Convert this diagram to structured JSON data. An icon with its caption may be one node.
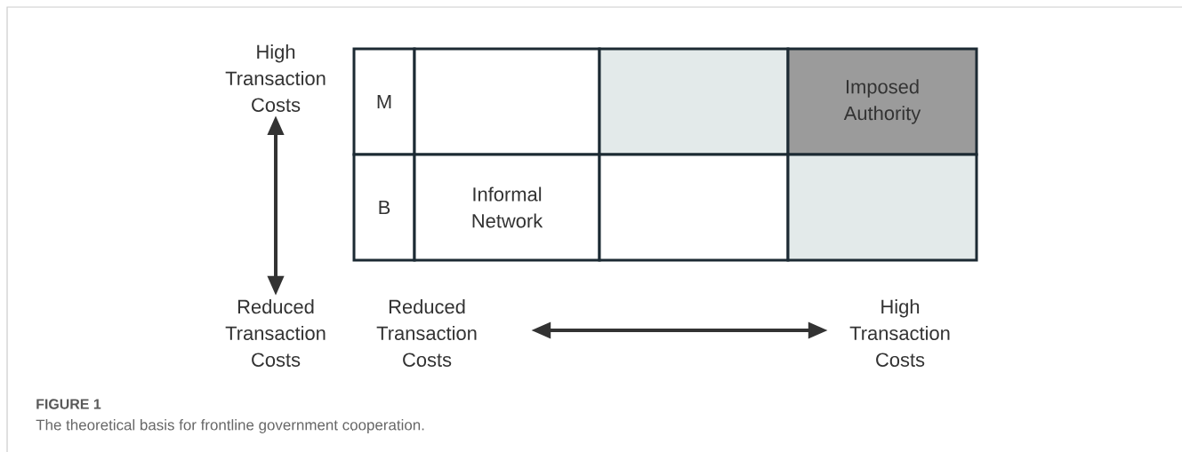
{
  "diagram": {
    "caption": "The theoretical basis for frontline government cooperation.",
    "nodes": [
      {
        "text": [
          "High Transaction Costs"
        ]
      },
      {
        "text": [
          "M"
        ]
      },
      {
        "text": [],
        "shape": "box"
      },
      {
        "text": [],
        "shape": "box"
      },
      {
        "text": [
          "Imposed Authority"
        ]
      },
      {
        "text": [
          "B"
        ]
      },
      {
        "text": [
          "Informal Network"
        ]
      },
      {
        "text": [],
        "shape": "box"
      },
      {
        "text": [],
        "shape": "box"
      },
      {
        "text": [
          "Reduced Transaction Costs"
        ]
      },
      {
        "text": [
          "Reduced Transaction Costs"
        ]
      },
      {
        "text": [
          "High Transaction Costs"
        ]
      }
    ],
    "edges": [
      {
        "from": 0,
        "to": 9,
        "arrow": "both"
      },
      {
        "from": 10,
        "to": 11,
        "arrow": "both"
      }
    ],
    "labels": [
      "FIGURE 1"
    ]
  }
}
